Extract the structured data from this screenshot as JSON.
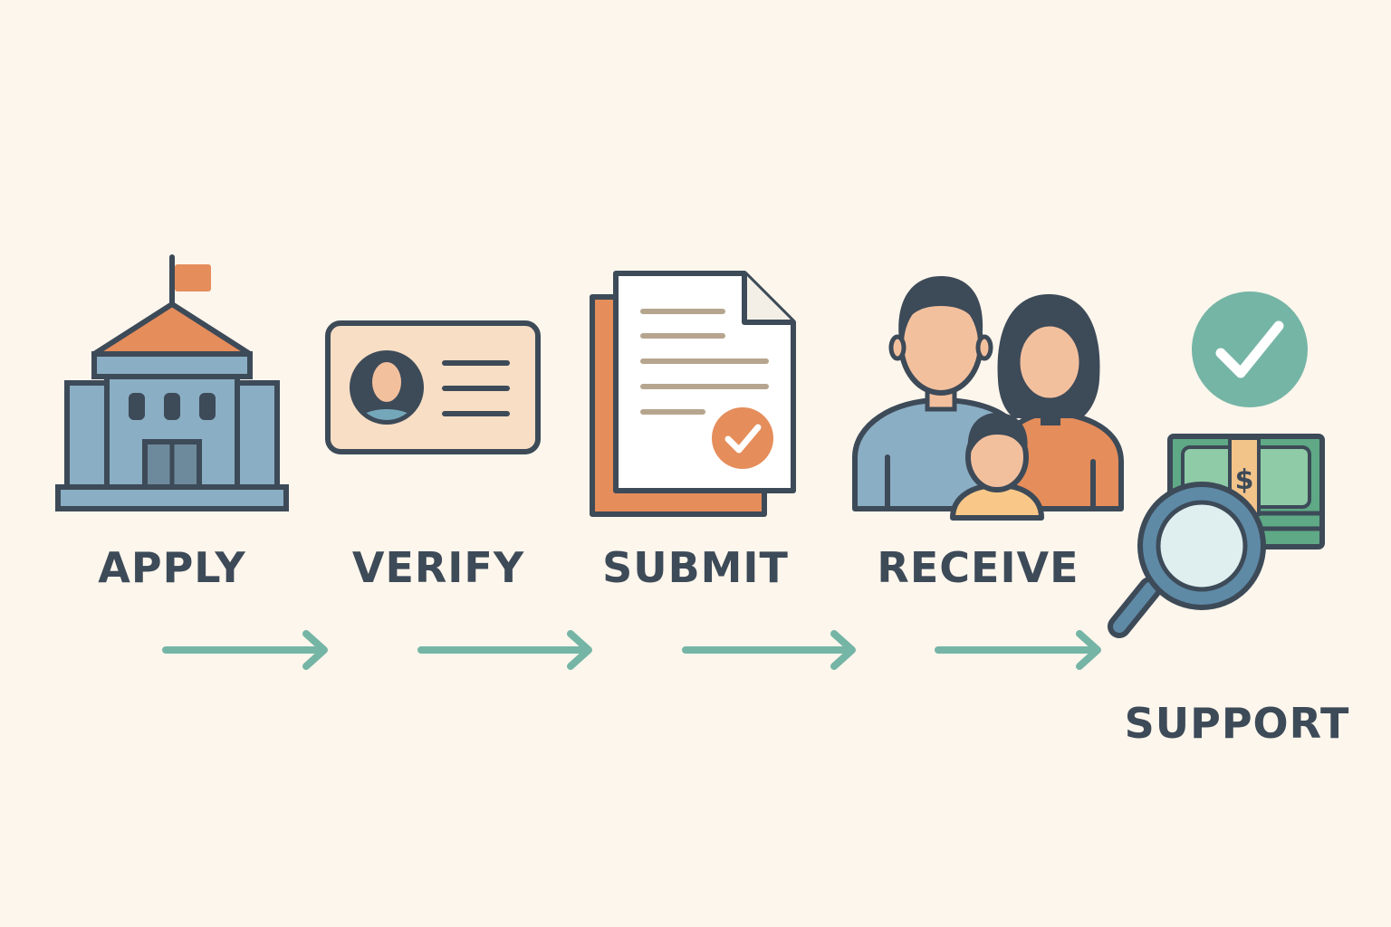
{
  "steps": [
    {
      "label": "APPLY",
      "icon": "government-building-icon"
    },
    {
      "label": "VERIFY",
      "icon": "id-card-icon"
    },
    {
      "label": "SUBMIT",
      "icon": "approved-document-icon"
    },
    {
      "label": "RECEIVE",
      "icon": "family-icon"
    },
    {
      "label": "SUPPORT",
      "icon": "money-inspection-icon"
    }
  ],
  "connectors": [
    {
      "from": "APPLY",
      "to": "VERIFY"
    },
    {
      "from": "VERIFY",
      "to": "SUBMIT"
    },
    {
      "from": "SUBMIT",
      "to": "RECEIVE"
    },
    {
      "from": "RECEIVE",
      "to": "SUPPORT"
    }
  ],
  "colors": {
    "background": "#fdf6ec",
    "outline": "#3d4a58",
    "blue": "#8aaec4",
    "orange": "#e58d5b",
    "peach": "#f7dec4",
    "skin": "#f3c09e",
    "teal": "#75b5a6",
    "money_green": "#5fa986",
    "doc_lines": "#b6a58e",
    "text": "#3d4a58"
  }
}
